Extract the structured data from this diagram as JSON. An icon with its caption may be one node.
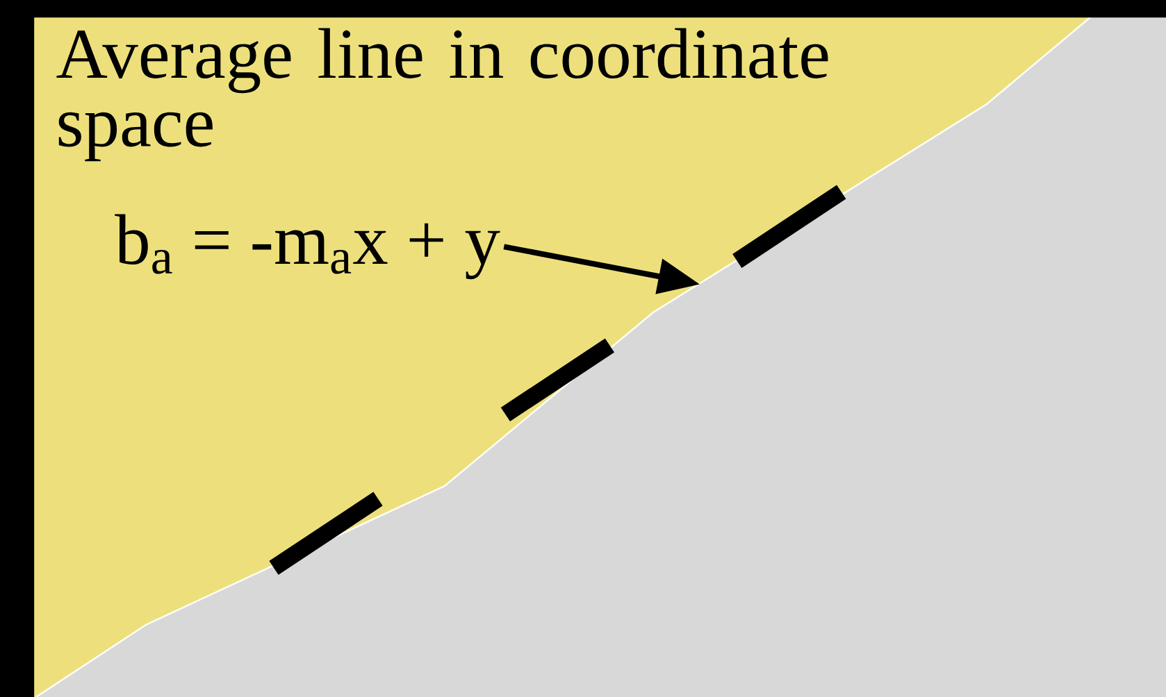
{
  "diagram": {
    "nodes": [
      {
        "text": [
          "b$_{a}$ = -m$_{a}$x + y"
        ]
      },
      {
        "text": [],
        "shape": "line"
      }
    ],
    "edges": [
      {
        "from": 0,
        "to": 1,
        "arrow": "to"
      }
    ],
    "labels": [
      "Average line in coordinate space"
    ]
  }
}
